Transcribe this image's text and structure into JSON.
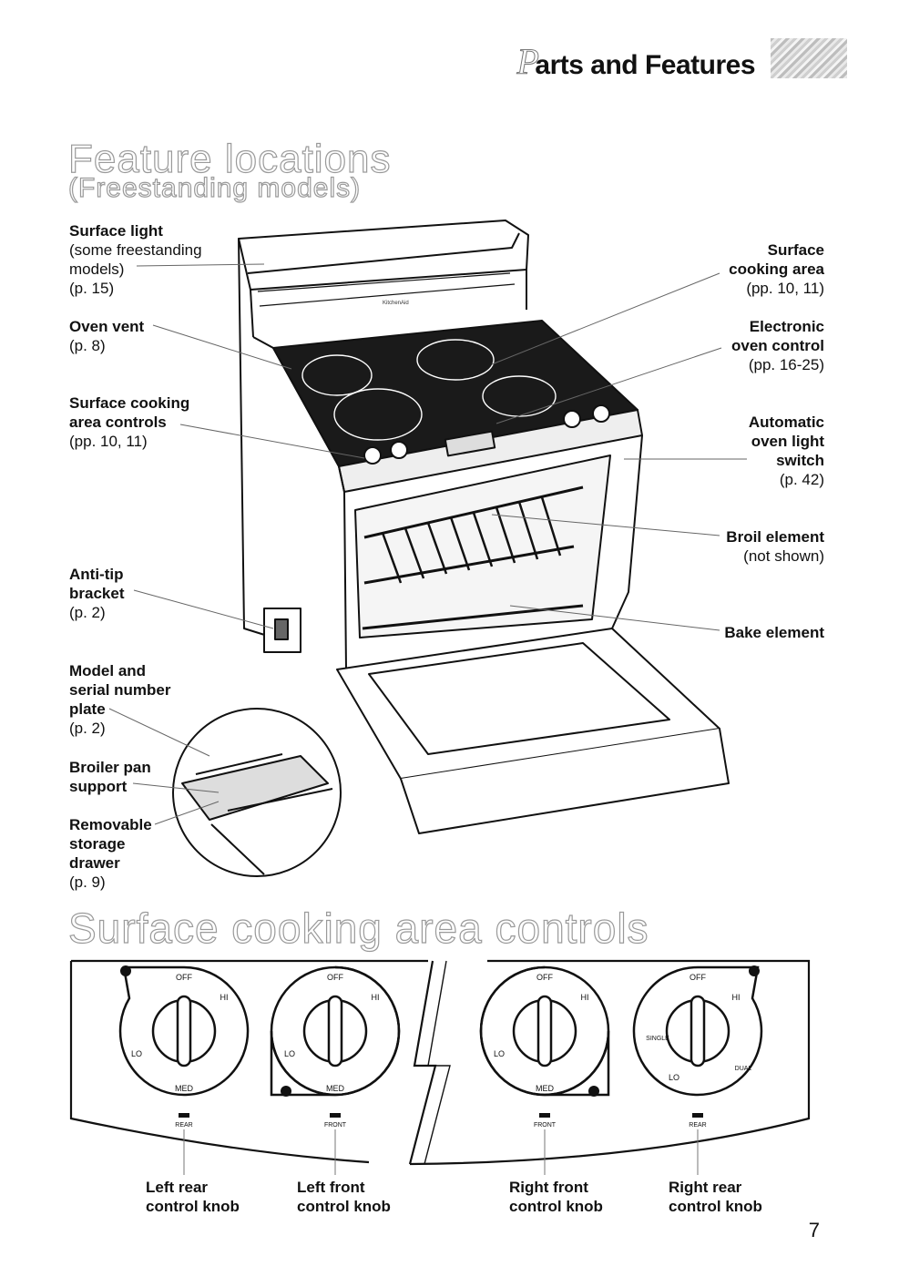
{
  "header": {
    "title_initial": "P",
    "title_rest": "arts and Features"
  },
  "feature_section": {
    "heading": "Feature locations",
    "subheading": "(Freestanding models)",
    "brand_text": "KitchenAid",
    "labels": {
      "surface_light": {
        "title": "Surface light",
        "notes": [
          "(some freestanding",
          "models)",
          "(p. 15)"
        ]
      },
      "oven_vent": {
        "title": "Oven vent",
        "notes": [
          "(p. 8)"
        ]
      },
      "surface_controls": {
        "title_lines": [
          "Surface cooking",
          "area controls"
        ],
        "notes": [
          "(pp. 10, 11)"
        ]
      },
      "anti_tip": {
        "title_lines": [
          "Anti-tip",
          "bracket"
        ],
        "notes": [
          "(p. 2)"
        ]
      },
      "model_serial": {
        "title_lines": [
          "Model and",
          "serial number",
          "plate"
        ],
        "notes": [
          "(p. 2)"
        ]
      },
      "broiler_pan": {
        "title_lines": [
          "Broiler pan",
          "support"
        ]
      },
      "storage_drawer": {
        "title_lines": [
          "Removable",
          "storage",
          "drawer"
        ],
        "notes": [
          "(p. 9)"
        ]
      },
      "surface_area": {
        "title_lines": [
          "Surface",
          "cooking area"
        ],
        "notes": [
          "(pp. 10, 11)"
        ]
      },
      "electronic_control": {
        "title_lines": [
          "Electronic",
          "oven control"
        ],
        "notes": [
          "(pp. 16-25)"
        ]
      },
      "auto_light": {
        "title_lines": [
          "Automatic",
          "oven light",
          "switch"
        ],
        "notes": [
          "(p. 42)"
        ]
      },
      "broil_element": {
        "title": "Broil element",
        "notes": [
          "(not shown)"
        ]
      },
      "bake_element": {
        "title": "Bake element"
      }
    }
  },
  "controls_section": {
    "heading": "Surface cooking area controls",
    "knob_marks": {
      "off": "OFF",
      "hi": "HI",
      "med": "MED",
      "lo": "LO",
      "single": "SINGLE",
      "dual": "DUAL"
    },
    "positions": {
      "rear": "REAR",
      "front": "FRONT"
    },
    "knobs": [
      {
        "line1": "Left rear",
        "line2": "control knob"
      },
      {
        "line1": "Left front",
        "line2": "control knob"
      },
      {
        "line1": "Right front",
        "line2": "control knob"
      },
      {
        "line1": "Right rear",
        "line2": "control knob"
      }
    ]
  },
  "page_number": "7"
}
